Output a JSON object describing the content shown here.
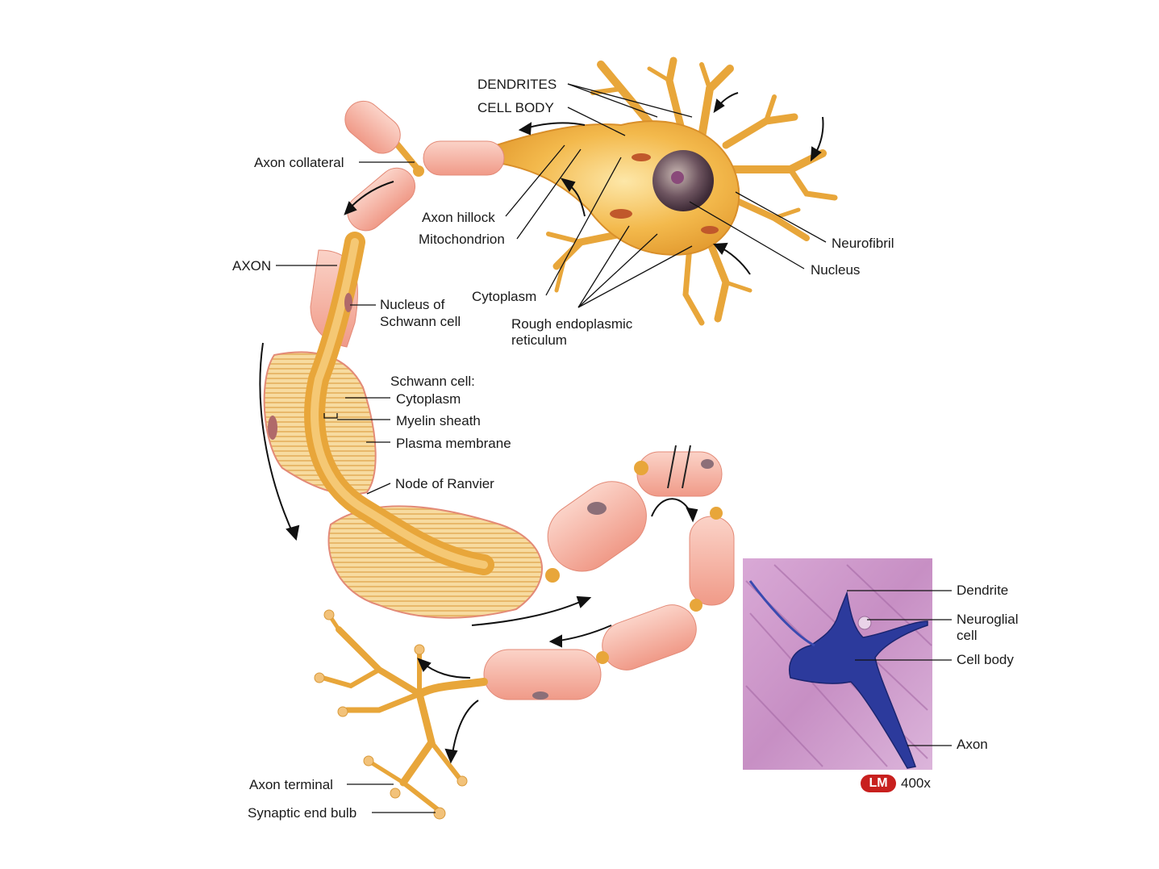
{
  "neuron_labels": {
    "dendrites": "DENDRITES",
    "cell_body": "CELL BODY",
    "axon_collateral": "Axon collateral",
    "axon_hillock": "Axon hillock",
    "mitochondrion": "Mitochondrion",
    "neurofibril": "Neurofibril",
    "nucleus": "Nucleus",
    "axon": "AXON",
    "nucleus_of_schwann_cell_line1": "Nucleus of",
    "nucleus_of_schwann_cell_line2": "Schwann cell",
    "cytoplasm_body": "Cytoplasm",
    "rough_er_line1": "Rough endoplasmic",
    "rough_er_line2": "reticulum",
    "schwann_cell_heading": "Schwann cell:",
    "schwann_cytoplasm": "Cytoplasm",
    "myelin_sheath": "Myelin sheath",
    "plasma_membrane": "Plasma membrane",
    "node_of_ranvier": "Node of Ranvier",
    "axon_terminal": "Axon terminal",
    "synaptic_end_bulb": "Synaptic end bulb"
  },
  "micrograph_labels": {
    "dendrite": "Dendrite",
    "neuroglial_cell_line1": "Neuroglial",
    "neuroglial_cell_line2": "cell",
    "cell_body": "Cell body",
    "axon": "Axon"
  },
  "micrograph": {
    "badge": "LM",
    "magnification": "400x"
  },
  "colors": {
    "axon_orange": "#e9a436",
    "myelin_pink": "#f4a79a",
    "stain_purple": "#c993c8",
    "neuron_blue": "#2c3a9c",
    "badge_red": "#c8201e"
  }
}
